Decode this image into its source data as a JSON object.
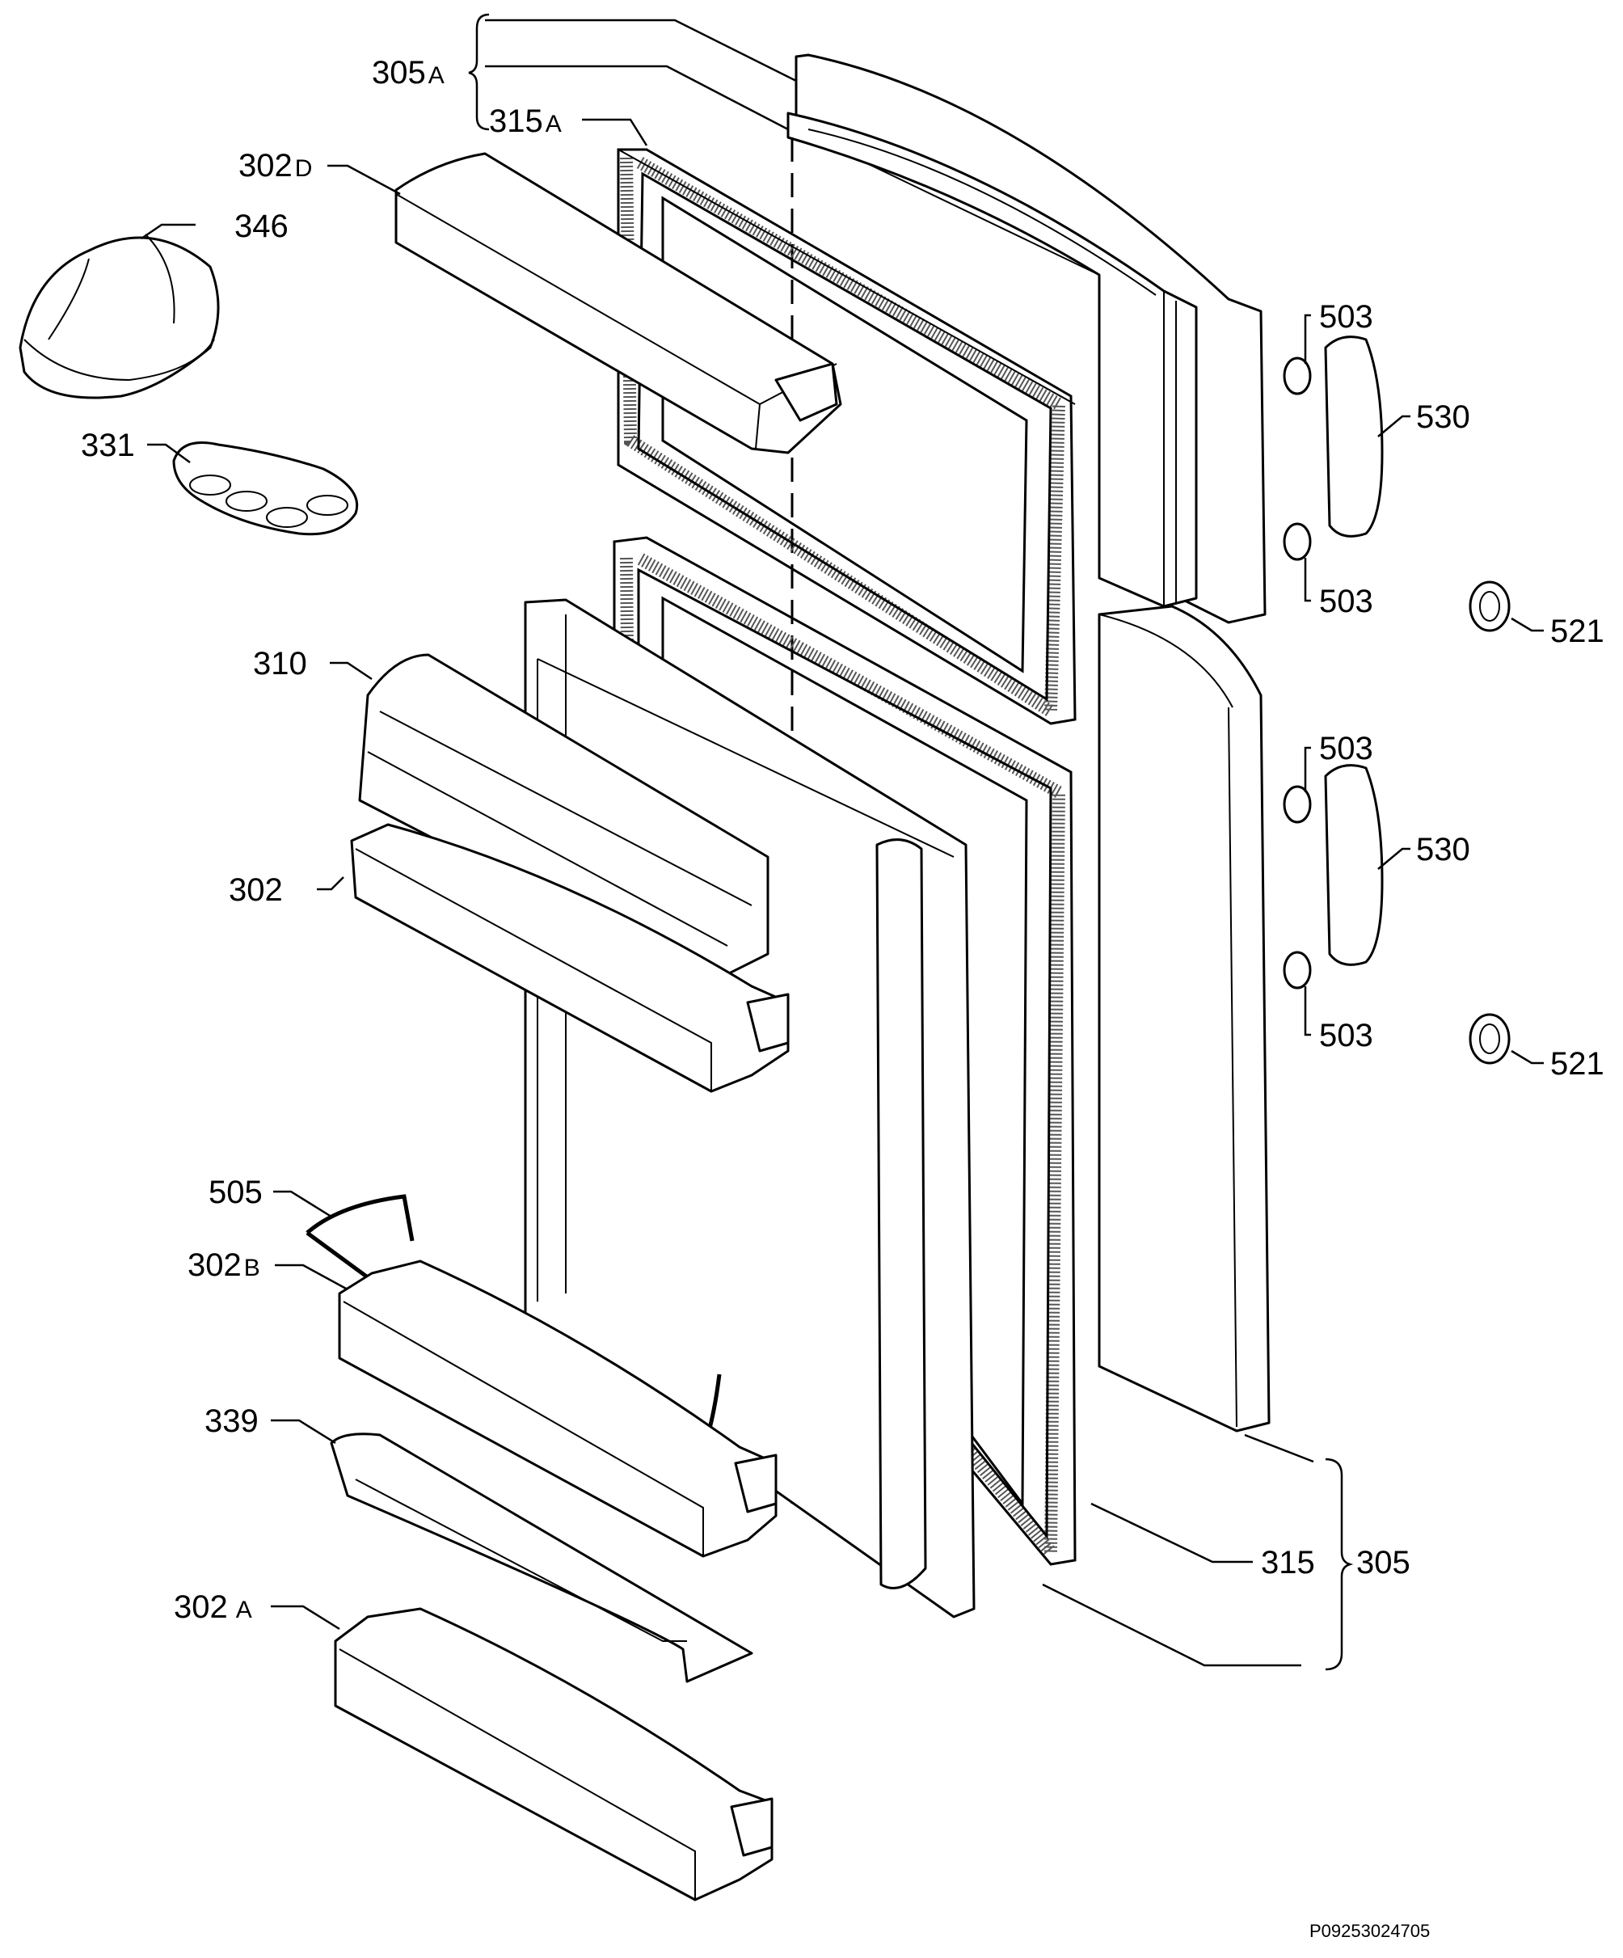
{
  "diagram": {
    "reference_code": "P09253024705",
    "labels": [
      {
        "id": "305A",
        "num": "305",
        "suffix": "A"
      },
      {
        "id": "315A",
        "num": "315",
        "suffix": "A"
      },
      {
        "id": "302D",
        "num": "302",
        "suffix": "D"
      },
      {
        "id": "346",
        "num": "346",
        "suffix": ""
      },
      {
        "id": "331",
        "num": "331",
        "suffix": ""
      },
      {
        "id": "503a",
        "num": "503",
        "suffix": ""
      },
      {
        "id": "530a",
        "num": "530",
        "suffix": ""
      },
      {
        "id": "503b",
        "num": "503",
        "suffix": ""
      },
      {
        "id": "521a",
        "num": "521",
        "suffix": ""
      },
      {
        "id": "310",
        "num": "310",
        "suffix": ""
      },
      {
        "id": "503c",
        "num": "503",
        "suffix": ""
      },
      {
        "id": "530b",
        "num": "530",
        "suffix": ""
      },
      {
        "id": "302",
        "num": "302",
        "suffix": ""
      },
      {
        "id": "503d",
        "num": "503",
        "suffix": ""
      },
      {
        "id": "521b",
        "num": "521",
        "suffix": ""
      },
      {
        "id": "505",
        "num": "505",
        "suffix": ""
      },
      {
        "id": "302B",
        "num": "302",
        "suffix": "B"
      },
      {
        "id": "339",
        "num": "339",
        "suffix": ""
      },
      {
        "id": "315",
        "num": "315",
        "suffix": ""
      },
      {
        "id": "305",
        "num": "305",
        "suffix": ""
      },
      {
        "id": "302A",
        "num": "302",
        "suffix": "A"
      }
    ]
  }
}
